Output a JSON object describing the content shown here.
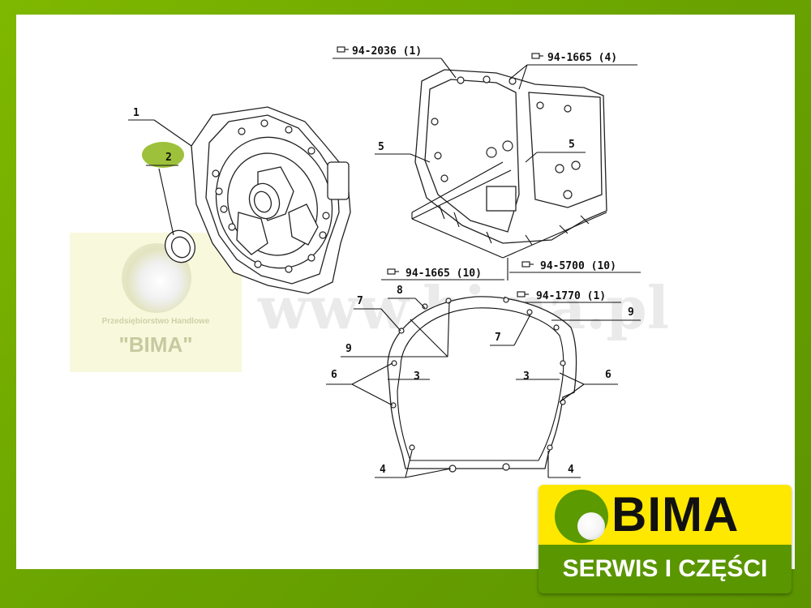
{
  "callouts": {
    "item1": "1",
    "item2": "2",
    "item5_left": "5",
    "item5_right": "5",
    "item8": "8",
    "item7_left": "7",
    "item7_right": "7",
    "item9_left": "9",
    "item9_right": "9",
    "item6_left": "6",
    "item6_right": "6",
    "item3_left": "3",
    "item3_right": "3",
    "item4_left": "4",
    "item4_right": "4"
  },
  "part_refs": {
    "ref_a": "94-2036 (1)",
    "ref_b": "94-1665 (4)",
    "ref_c": "94-1665 (10)",
    "ref_d": "94-5700 (10)",
    "ref_e": "94-1770 (1)"
  },
  "watermark": {
    "url": "www.bima.pl",
    "company_line": "Przedsiębiorstwo Handlowe",
    "company_name": "\"BIMA\""
  },
  "logo": {
    "name": "BIMA",
    "tagline": "SERWIS I CZĘŚCI",
    "colors": {
      "yellow": "#ffe800",
      "green": "#5a9600",
      "frame": "#6aa300"
    }
  },
  "highlight_color": "#9dc13a"
}
